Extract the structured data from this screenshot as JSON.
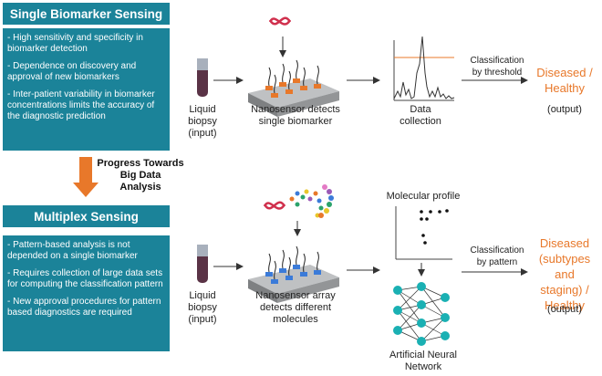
{
  "single": {
    "header": "Single Biomarker Sensing",
    "bullets": [
      "- High sensitivity and specificity in biomarker detection",
      "- Dependence on discovery and approval of new biomarkers",
      "- Inter-patient variability in biomarker concentrations limits the accuracy of the  diagnostic prediction"
    ],
    "input_label": "Liquid\nbiopsy\n(input)",
    "sensor_label": "Nanosensor detects\nsingle biomarker",
    "data_label": "Data\ncollection",
    "classification_label": "Classification\nby threshold",
    "result": "Diseased /\nHealthy",
    "output": "(output)"
  },
  "progress": "Progress Towards\nBig Data\nAnalysis",
  "multiplex": {
    "header": "Multiplex Sensing",
    "bullets": [
      "- Pattern-based analysis is not depended on a single biomarker",
      "- Requires collection of large data sets for computing the classification pattern",
      "- New approval procedures for pattern based diagnostics are required"
    ],
    "input_label": "Liquid\nbiopsy\n(input)",
    "sensor_label": "Nanosensor array\ndetects different\nmolecules",
    "profile_label": "Molecular profile",
    "ann_label": "Artificial Neural\nNetwork",
    "classification_label": "Classification\nby pattern",
    "result": "Diseased\n(subtypes and\nstaging) /\nHealthy",
    "output": "(output)"
  },
  "colors": {
    "teal": "#1b8399",
    "orange": "#e8782a",
    "node": "#1ab0b3"
  }
}
